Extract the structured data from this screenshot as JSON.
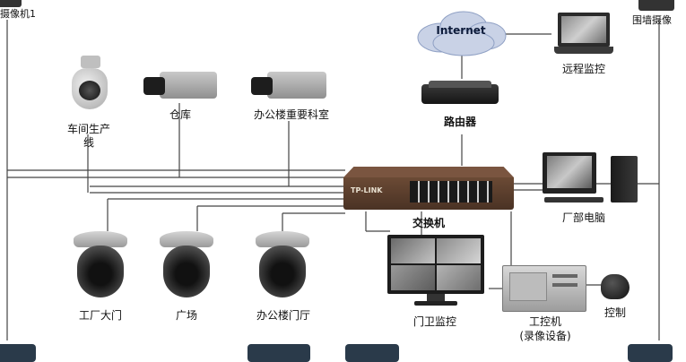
{
  "labels": {
    "cam_left_top": "摄像机1",
    "cam_right_top": "围墙摄像",
    "internet": "Internet",
    "remote_monitor": "远程监控",
    "router": "路由器",
    "workshop": "车间生产线",
    "warehouse": "仓库",
    "office_key_room": "办公楼重要科室",
    "switch": "交换机",
    "factory_pc": "厂部电脑",
    "factory_gate": "工厂大门",
    "square": "广场",
    "office_hall": "办公楼门厅",
    "gate_monitor": "门卫监控",
    "ipc_line1": "工控机",
    "ipc_line2": "(录像设备)",
    "control": "控制",
    "switch_brand": "TP-LINK"
  },
  "colors": {
    "wire": "#444444",
    "switch_body": "#6b4a35",
    "camera_dark": "#2f2f2f",
    "cloud": "#c9d2e6"
  }
}
